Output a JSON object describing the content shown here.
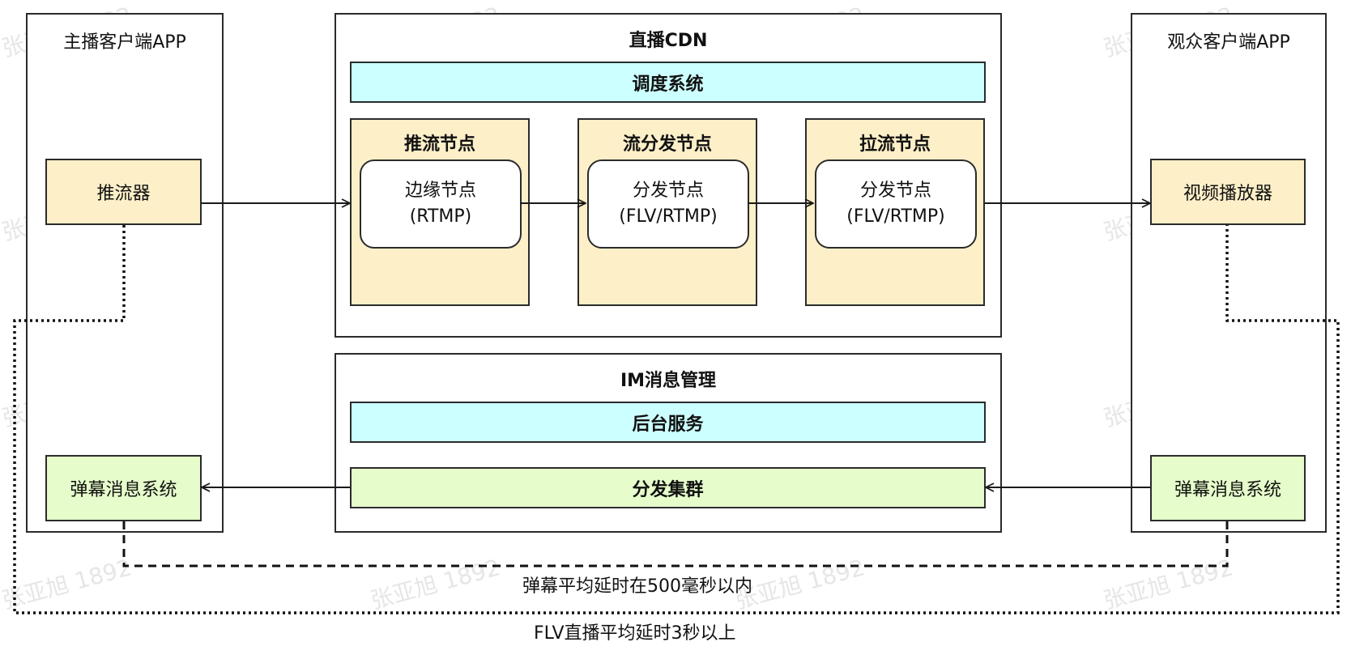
{
  "watermark": "张亚旭 1892",
  "anchor_app": {
    "title": "主播客户端APP",
    "pusher": "推流器",
    "danmaku": "弹幕消息系统"
  },
  "cdn": {
    "title": "直播CDN",
    "scheduler": "调度系统",
    "push_node": {
      "title": "推流节点",
      "line1": "边缘节点",
      "line2": "(RTMP)"
    },
    "dist_node": {
      "title": "流分发节点",
      "line1": "分发节点",
      "line2": "(FLV/RTMP)"
    },
    "pull_node": {
      "title": "拉流节点",
      "line1": "分发节点",
      "line2": "(FLV/RTMP)"
    }
  },
  "im": {
    "title": "IM消息管理",
    "backend": "后台服务",
    "cluster": "分发集群"
  },
  "viewer_app": {
    "title": "观众客户端APP",
    "player": "视频播放器",
    "danmaku": "弹幕消息系统"
  },
  "latency": {
    "danmaku": "弹幕平均延时在500毫秒以内",
    "flv": "FLV直播平均延时3秒以上"
  },
  "colors": {
    "cyan": "#ccffff",
    "amber": "#fdefc8",
    "green": "#e6fdcb",
    "line": "#1a1a1a"
  }
}
